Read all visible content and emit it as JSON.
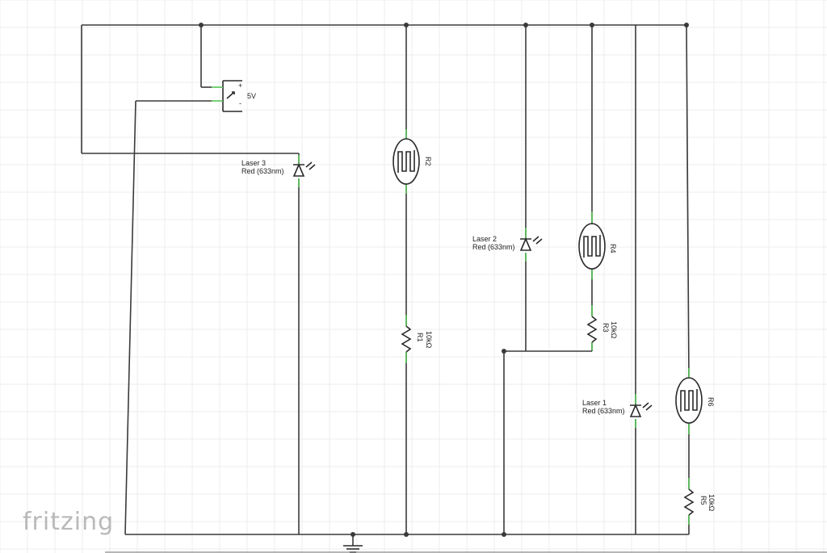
{
  "app": {
    "brand_logo": "fritzing"
  },
  "schematic": {
    "power_supply": {
      "label": "5V",
      "plus_mark": "+",
      "minus_mark": "-"
    },
    "lasers": [
      {
        "name": "Laser 3",
        "color": "Red (633nm)"
      },
      {
        "name": "Laser 2",
        "color": "Red (633nm)"
      },
      {
        "name": "Laser 1",
        "color": "Red (633nm)"
      }
    ],
    "photoresistors": [
      {
        "ref": "R2"
      },
      {
        "ref": "R4"
      },
      {
        "ref": "R6"
      }
    ],
    "resistors": [
      {
        "ref": "R1",
        "value": "10kΩ"
      },
      {
        "ref": "R3",
        "value": "10kΩ"
      },
      {
        "ref": "R5",
        "value": "10kΩ"
      }
    ]
  }
}
